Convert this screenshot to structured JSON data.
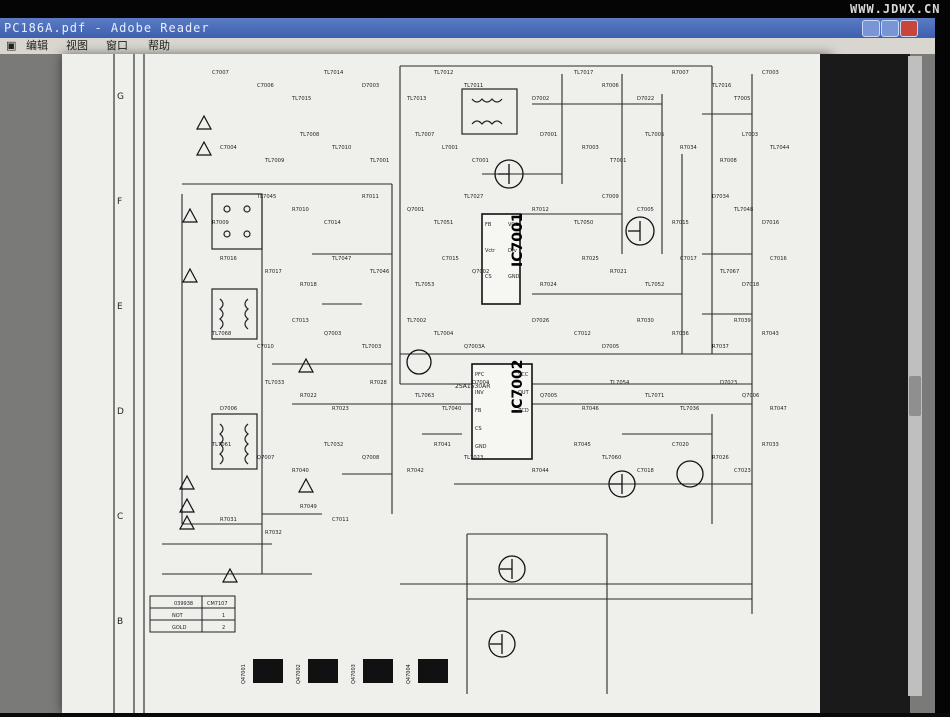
{
  "window": {
    "title": "PC186A.pdf - Adobe Reader"
  },
  "watermark": "WWW.JDWX.CN",
  "menu": {
    "items": [
      "编辑",
      "视图",
      "窗口",
      "帮助"
    ]
  },
  "schematic": {
    "grid_rows": [
      "G",
      "F",
      "E",
      "D",
      "C",
      "B"
    ],
    "ics": [
      "IC7001",
      "IC7002"
    ],
    "components": [
      "C7007",
      "C7006",
      "TL7015",
      "TL7014",
      "D7003",
      "TL7013",
      "TL7012",
      "TL7011",
      "D7002",
      "TL7017",
      "R7006",
      "D7022",
      "R7007",
      "TL7016",
      "T7005",
      "C7003",
      "C7004",
      "TL7009",
      "TL7008",
      "TL7010",
      "TL7001",
      "TL7007",
      "L7001",
      "C7001",
      "D7001",
      "R7003",
      "T7001",
      "TL7005",
      "R7034",
      "R7008",
      "L7003",
      "TL7044",
      "R7009",
      "TL7045",
      "R7010",
      "C7014",
      "R7011",
      "Q7001",
      "TL7051",
      "TL7027",
      "R7012",
      "TL7050",
      "C7009",
      "C7005",
      "R7015",
      "D7034",
      "TL7048",
      "D7016",
      "R7016",
      "R7017",
      "R7018",
      "TL7047",
      "TL7046",
      "TL7053",
      "C7015",
      "Q7002",
      "R7024",
      "R7025",
      "R7021",
      "TL7052",
      "C7017",
      "TL7067",
      "D7018",
      "C7016",
      "TL7068",
      "C7010",
      "C7013",
      "Q7003",
      "TL7003",
      "TL7002",
      "TL7004",
      "Q7003A",
      "D7026",
      "C7012",
      "D7005",
      "R7030",
      "R7036",
      "R7037",
      "R7039",
      "R7043",
      "D7006",
      "TL7033",
      "R7022",
      "R7023",
      "R7028",
      "TL7063",
      "TL7040",
      "Q7004",
      "Q7005",
      "R7046",
      "TL7054",
      "TL7071",
      "TL7036",
      "D7023",
      "Q7006",
      "R7047",
      "TL7061",
      "Q7007",
      "R7040",
      "TL7032",
      "Q7008",
      "R7042",
      "R7041",
      "TL7023",
      "R7044",
      "R7045",
      "TL7060",
      "C7018",
      "C7020",
      "R7026",
      "C7023",
      "R7033",
      "R7031",
      "R7032",
      "R7049",
      "C7011"
    ],
    "title_block": {
      "code": "039938",
      "rows": [
        [
          "NOT",
          "1"
        ],
        [
          "GOLD",
          "2"
        ]
      ],
      "header": "CM7107"
    },
    "bottom_labels": [
      "Q47001",
      "Q47002",
      "Q47003",
      "Q47004"
    ],
    "labels": {
      "ic1_pins": [
        "FB",
        "VCC",
        "Vctr",
        "Drv",
        "CS",
        "GND"
      ],
      "ic2_pins": [
        "PFC",
        "INV",
        "FB",
        "CS",
        "GND",
        "VCC",
        "OUT",
        "ZCD"
      ],
      "ic2_part": "2SA1530AR"
    }
  }
}
